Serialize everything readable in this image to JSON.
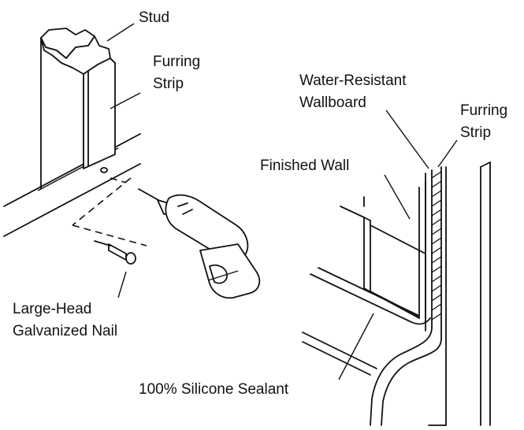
{
  "labels": {
    "stud": "Stud",
    "furring_strip_left_1": "Furring",
    "furring_strip_left_2": "Strip",
    "water_resistant_1": "Water-Resistant",
    "water_resistant_2": "Wallboard",
    "furring_strip_right_1": "Furring",
    "furring_strip_right_2": "Strip",
    "finished_wall": "Finished Wall",
    "nail_1": "Large-Head",
    "nail_2": "Galvanized Nail",
    "sealant": "100% Silicone Sealant"
  },
  "colors": {
    "ink": "#111111",
    "background": "#ffffff"
  },
  "icons": [
    "stud-icon",
    "furring-strip-icon",
    "drill-icon",
    "nail-icon",
    "wallboard-icon",
    "tile-icon"
  ]
}
